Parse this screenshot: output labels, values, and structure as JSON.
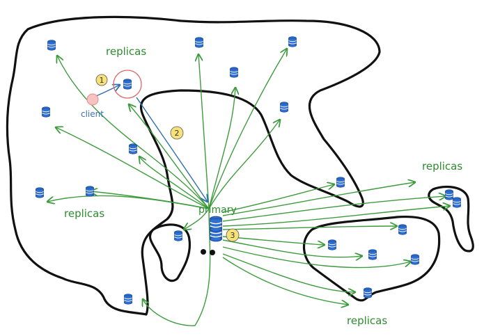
{
  "labels": {
    "replicas_top": "replicas",
    "replicas_left": "replicas",
    "replicas_right": "replicas",
    "replicas_bottom": "replicas",
    "client": "client",
    "primary": "primary",
    "step_1": "1",
    "step_2": "2",
    "step_3": "3"
  },
  "colors": {
    "outline": "#111111",
    "replication_arrow": "#3d9b3d",
    "replica_label": "#2e8b2e",
    "client_request": "#2f6fb0",
    "client_label": "#3a6fb5",
    "database": "#2f6fd0",
    "step_badge": "#f7e27a",
    "client_circle": "#f3a9a9",
    "replica_highlight": "#e06666"
  },
  "icons": {
    "database": "database-icon",
    "client": "client-icon"
  }
}
